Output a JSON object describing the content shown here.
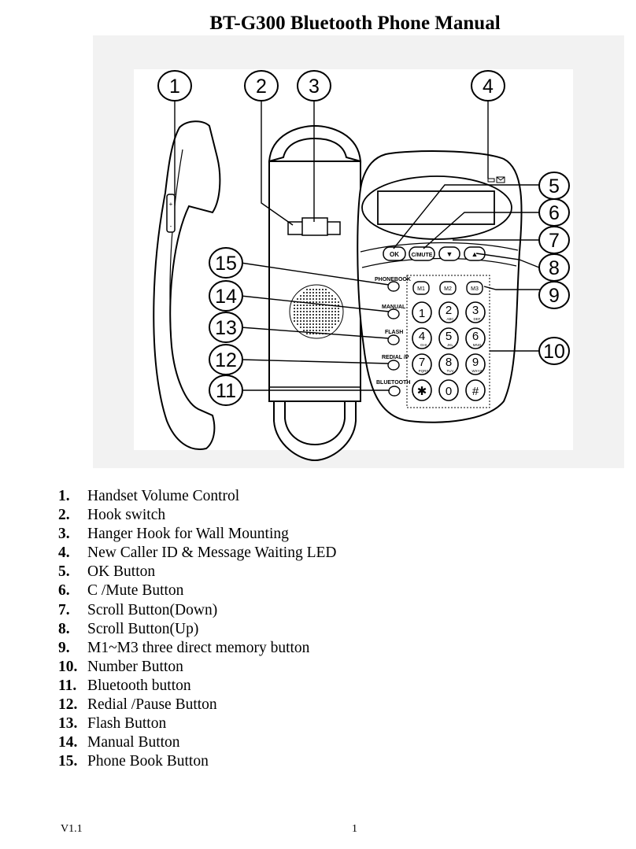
{
  "page": {
    "title": "BT-G300 Bluetooth Phone Manual",
    "version": "V1.1",
    "page_number": "1"
  },
  "diagram": {
    "callouts": [
      "1",
      "2",
      "3",
      "4",
      "5",
      "6",
      "7",
      "8",
      "9",
      "10",
      "11",
      "12",
      "13",
      "14",
      "15"
    ],
    "buttons": {
      "ok": "OK",
      "cmute": "C/MUTE",
      "down": "▼",
      "up": "▲",
      "m1": "M1",
      "m2": "M2",
      "m3": "M3"
    },
    "side_labels": {
      "phonebook": "PHONEBOOK",
      "manual": "MANUAL",
      "flash": "FLASH",
      "redial": "REDIAL /P",
      "bluetooth": "BLUETOOTH"
    },
    "keypad": [
      {
        "digit": "1",
        "letters": ""
      },
      {
        "digit": "2",
        "letters": "ABC"
      },
      {
        "digit": "3",
        "letters": "DEF"
      },
      {
        "digit": "4",
        "letters": "GHI"
      },
      {
        "digit": "5",
        "letters": "JKL"
      },
      {
        "digit": "6",
        "letters": "MNO"
      },
      {
        "digit": "7",
        "letters": "PQRS"
      },
      {
        "digit": "8",
        "letters": "TUV"
      },
      {
        "digit": "9",
        "letters": "WXYZ"
      },
      {
        "digit": "✱",
        "letters": ""
      },
      {
        "digit": "0",
        "letters": ""
      },
      {
        "digit": "#",
        "letters": ""
      }
    ]
  },
  "legend": [
    {
      "num": "1.",
      "text": "Handset Volume Control"
    },
    {
      "num": "2.",
      "text": "Hook switch"
    },
    {
      "num": "3.",
      "text": "Hanger Hook for Wall Mounting"
    },
    {
      "num": "4.",
      "text": "New Caller ID & Message Waiting LED"
    },
    {
      "num": "5.",
      "text": "OK Button"
    },
    {
      "num": "6.",
      "text": "C /Mute Button"
    },
    {
      "num": "7.",
      "text": "Scroll Button(Down)"
    },
    {
      "num": "8.",
      "text": "Scroll Button(Up)"
    },
    {
      "num": "9.",
      "text": "M1~M3 three direct memory button"
    },
    {
      "num": "10.",
      "text": "Number Button"
    },
    {
      "num": "11.",
      "text": "Bluetooth button"
    },
    {
      "num": "12.",
      "text": "Redial /Pause Button"
    },
    {
      "num": "13.",
      "text": "Flash Button"
    },
    {
      "num": "14.",
      "text": "Manual Button"
    },
    {
      "num": "15.",
      "text": "Phone Book Button"
    }
  ]
}
